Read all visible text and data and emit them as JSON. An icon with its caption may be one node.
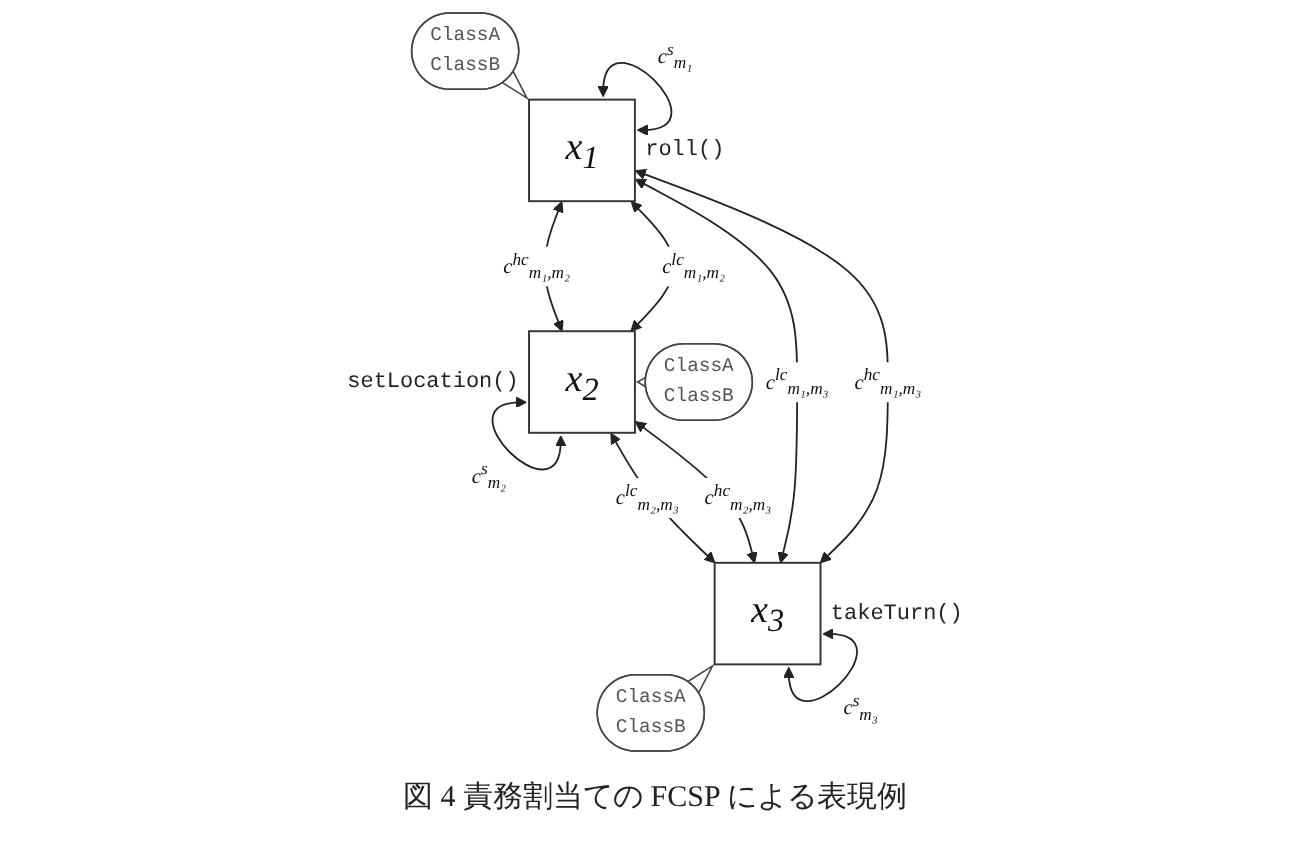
{
  "diagram": {
    "caption": "図 4 責務割当ての FCSP による表現例",
    "nodes": [
      {
        "text": [
          "ClassA",
          "ClassB"
        ]
      },
      {
        "text": [
          "x$_{1}$"
        ],
        "beside": [
          "roll()"
        ]
      },
      {
        "text": [
          "x$_{2}$"
        ],
        "beside": [
          "setLocation()"
        ]
      },
      {
        "text": [
          "x$_{3}$"
        ],
        "beside": [
          "takeTurn()"
        ]
      },
      {
        "text": [
          "ClassA",
          "ClassB"
        ]
      },
      {
        "text": [
          "ClassA",
          "ClassB"
        ]
      }
    ],
    "edges": [
      {
        "from": 1,
        "to": 1,
        "arrow": "both",
        "label": "c$^{s}$$_{m₁}$"
      },
      {
        "from": 1,
        "to": 2,
        "arrow": "both",
        "label": "c$^{lc}$$_{m₁,m₂}$"
      },
      {
        "from": 1,
        "to": 2,
        "arrow": "both",
        "label": "c$^{hc}$$_{m₁,m₂}$"
      },
      {
        "from": 1,
        "to": 3,
        "arrow": "both",
        "label": "c$^{hc}$$_{m₁,m₃}$"
      },
      {
        "from": 1,
        "to": 3,
        "arrow": "both",
        "label": "c$^{lc}$$_{m₁,m₃}$"
      },
      {
        "from": 2,
        "to": 2,
        "arrow": "both",
        "label": "c$^{s}$$_{m₂}$"
      },
      {
        "from": 3,
        "to": 3,
        "arrow": "both",
        "label": "c$^{s}$$_{m₃}$"
      },
      {
        "from": 2,
        "to": 3,
        "arrow": "both",
        "label": "c$^{hc}$$_{m₂,m₃}$"
      },
      {
        "from": 2,
        "to": 3,
        "arrow": "both",
        "label": "c$^{lc}$$_{m₂,m₃}$"
      }
    ]
  }
}
